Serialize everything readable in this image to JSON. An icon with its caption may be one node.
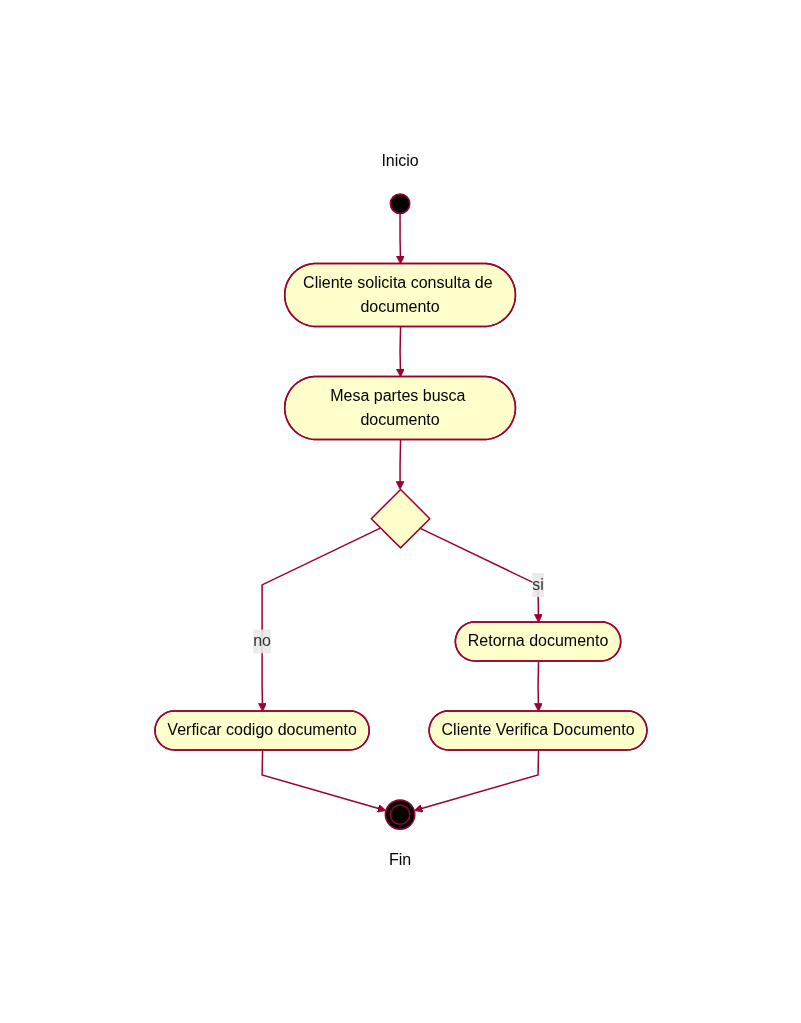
{
  "diagram": {
    "nodes": [
      {
        "text": [],
        "shape": "circle",
        "beside": [
          "Inicio"
        ]
      },
      {
        "text": [
          "Cliente solicita consulta de documento"
        ]
      },
      {
        "text": [
          "Mesa partes busca documento"
        ]
      },
      {
        "text": [],
        "shape": "diamond"
      },
      {
        "text": [
          "Retorna documento"
        ]
      },
      {
        "text": [
          "Verficar codigo documento"
        ]
      },
      {
        "text": [
          "Cliente Verifica Documento"
        ]
      },
      {
        "text": [],
        "shape": "circle",
        "beside": [
          "Fin"
        ]
      }
    ],
    "edges": [
      {
        "from": 0,
        "to": 1,
        "arrow": "to"
      },
      {
        "from": 1,
        "to": 2,
        "arrow": "to"
      },
      {
        "from": 2,
        "to": 3,
        "arrow": "to"
      },
      {
        "from": 3,
        "to": 4,
        "label": "si",
        "arrow": "to"
      },
      {
        "from": 3,
        "to": 5,
        "label": "no",
        "arrow": "to"
      },
      {
        "from": 4,
        "to": 6,
        "arrow": "to"
      },
      {
        "from": 5,
        "to": 7,
        "arrow": "to"
      },
      {
        "from": 6,
        "to": 7,
        "arrow": "to"
      }
    ]
  }
}
